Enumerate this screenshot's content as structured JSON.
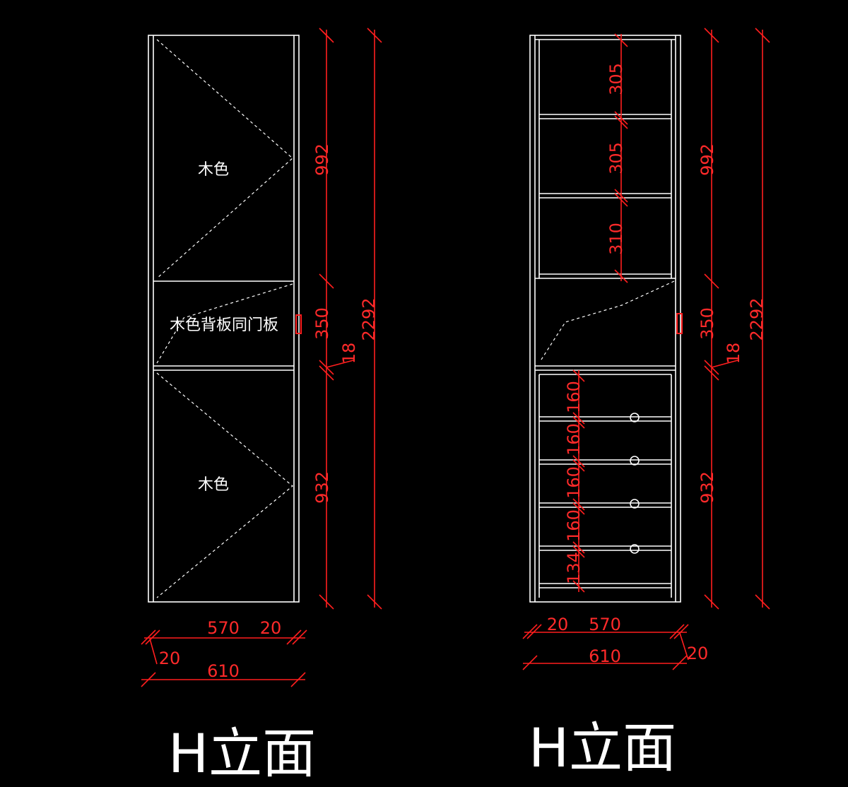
{
  "colors": {
    "background": "#000000",
    "lines": "#ffffff",
    "dimensions": "#ff1e1e"
  },
  "left_view": {
    "title": "H立面",
    "labels": {
      "top_panel": "木色",
      "middle_panel": "木色背板同门板",
      "bottom_panel": "木色"
    },
    "dims": {
      "upper_height": "992",
      "middle_height": "350",
      "shelf_thickness": "18",
      "lower_height": "932",
      "total_height": "2292",
      "inner_width": "570",
      "right_side": "20",
      "left_side": "20",
      "total_width": "610"
    }
  },
  "right_view": {
    "title": "H立面",
    "dims": {
      "shelf_1": "305",
      "shelf_2": "305",
      "shelf_3": "310",
      "upper_height": "992",
      "middle_height": "350",
      "shelf_thickness": "18",
      "lower_height": "932",
      "total_height": "2292",
      "drawer_1": "160",
      "drawer_2": "160",
      "drawer_3": "160",
      "drawer_4": "160",
      "drawer_5": "134",
      "left_side": "20",
      "inner_width": "570",
      "total_width": "610",
      "right_side": "20"
    }
  }
}
